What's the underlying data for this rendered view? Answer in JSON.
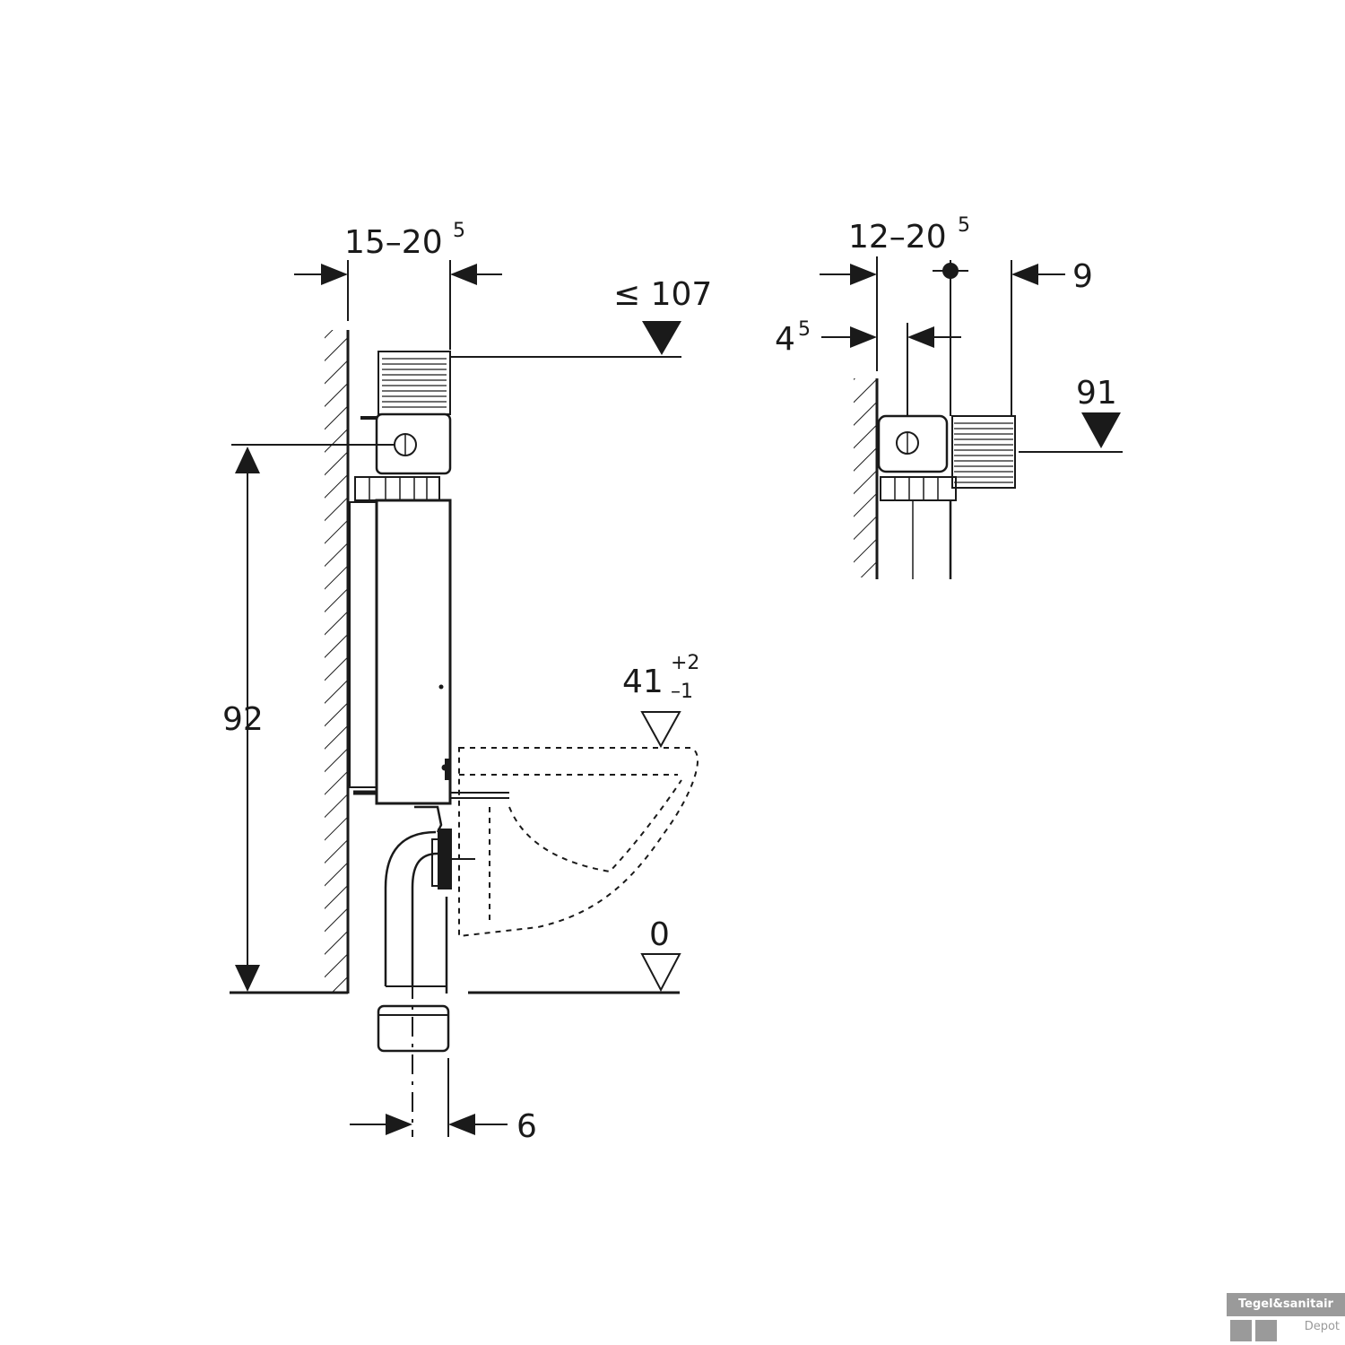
{
  "dimensions": {
    "depth_main": {
      "base": "15–20",
      "sup": "5"
    },
    "height_top": "≤ 107",
    "height_main": "92",
    "height_bowl": {
      "base": "41",
      "sup": "+2",
      "sub": "–1"
    },
    "floor_level": "0",
    "drain_offset": "6",
    "depth_detail": {
      "base": "12–20",
      "sup": "5"
    },
    "offset_detail": {
      "base": "4",
      "sup": "5"
    },
    "detail_right": "9",
    "height_detail": "91"
  },
  "watermark": {
    "brand": "Tegel&sanitair",
    "sub": "Depot"
  }
}
